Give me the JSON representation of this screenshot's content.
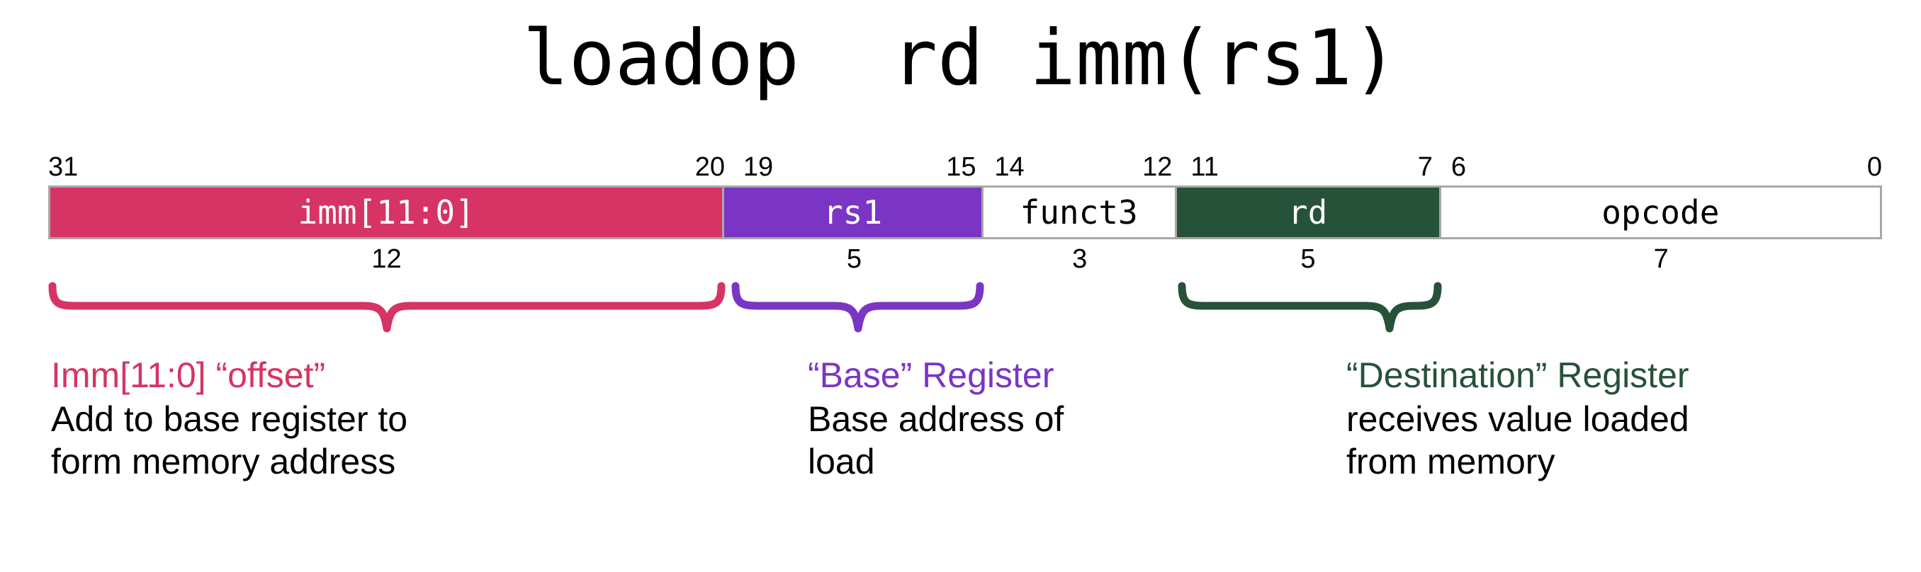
{
  "title": "loadop  rd imm(rs1)",
  "colors": {
    "imm": "#D63464",
    "rs1": "#7B35C4",
    "rd": "#265239",
    "plain": "#FFFFFF",
    "border": "#A8A8A8",
    "text_dark": "#000000",
    "text_light": "#FFFFFF"
  },
  "bit_ruler": {
    "ticks": [
      {
        "label": "31",
        "align": "left",
        "pos": 0.0
      },
      {
        "label": "20",
        "align": "right",
        "pos": 36.9
      },
      {
        "label": "19",
        "align": "left",
        "pos": 37.9
      },
      {
        "label": "15",
        "align": "right",
        "pos": 50.6
      },
      {
        "label": "14",
        "align": "left",
        "pos": 51.6
      },
      {
        "label": "12",
        "align": "right",
        "pos": 61.3
      },
      {
        "label": "11",
        "align": "left",
        "pos": 62.3
      },
      {
        "label": "7",
        "align": "right",
        "pos": 75.5
      },
      {
        "label": "6",
        "align": "left",
        "pos": 76.5
      },
      {
        "label": "0",
        "align": "right",
        "pos": 100.0
      }
    ]
  },
  "fields": [
    {
      "name": "imm",
      "label": "imm[11:0]",
      "width_bits": "12",
      "flex": 36.9,
      "fill": "#D63464",
      "text": "#FFFFFF"
    },
    {
      "name": "rs1",
      "label": "rs1",
      "width_bits": "5",
      "flex": 14.1,
      "fill": "#7B35C4",
      "text": "#FFFFFF"
    },
    {
      "name": "funct3",
      "label": "funct3",
      "width_bits": "3",
      "flex": 10.5,
      "fill": "#FFFFFF",
      "text": "#000000"
    },
    {
      "name": "rd",
      "label": "rd",
      "width_bits": "5",
      "flex": 14.4,
      "fill": "#265239",
      "text": "#FFFFFF"
    },
    {
      "name": "opcode",
      "label": "opcode",
      "width_bits": "7",
      "flex": 24.1,
      "fill": "#FFFFFF",
      "text": "#000000"
    }
  ],
  "annotations": [
    {
      "key": "imm",
      "heading": "Imm[11:0] “offset”",
      "color": "#D63464",
      "lines": [
        "Add to base register to",
        "form memory address"
      ]
    },
    {
      "key": "rs1",
      "heading": "“Base” Register",
      "color": "#7B35C4",
      "lines": [
        "Base address of",
        "load"
      ]
    },
    {
      "key": "rd",
      "heading": "“Destination” Register",
      "color": "#265239",
      "lines": [
        "receives value loaded",
        "from memory"
      ]
    }
  ]
}
